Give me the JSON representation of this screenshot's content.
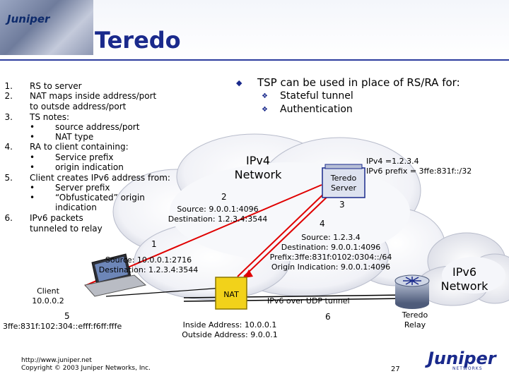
{
  "slide": {
    "title": "Teredo",
    "page_number": "27"
  },
  "logo": {
    "brand": "Juniper",
    "sub": "NETWORKS"
  },
  "steps": [
    {
      "num": "1.",
      "lines": [
        "RS to server"
      ]
    },
    {
      "num": "2.",
      "lines": [
        "NAT maps inside address/port",
        "to outsde address/port"
      ]
    },
    {
      "num": "3.",
      "lines": [
        "TS notes:"
      ],
      "bullets": [
        "source address/port",
        "NAT type"
      ]
    },
    {
      "num": "4.",
      "lines": [
        "RA to client containing:"
      ],
      "bullets": [
        "Service prefix",
        "origin indication"
      ]
    },
    {
      "num": "5.",
      "lines": [
        "Client creates IPv6 address from:"
      ],
      "bullets": [
        "Server prefix",
        "“Obfusticated” origin",
        "indication"
      ]
    },
    {
      "num": "6.",
      "lines": [
        "IPv6 packets",
        "tunneled to relay"
      ]
    }
  ],
  "tsp": {
    "heading": "TSP can be used in place of RS/RA for:",
    "items": [
      "Stateful tunnel",
      "Authentication"
    ]
  },
  "diagram": {
    "ipv4_network": [
      "IPv4",
      "Network"
    ],
    "ipv6_network": [
      "IPv6",
      "Network"
    ],
    "teredo_server": [
      "Teredo",
      "Server"
    ],
    "server_info": [
      "IPv4 =1.2.3.4",
      "IPv6 prefix = 3ffe:831f::/32"
    ],
    "teredo_relay": [
      "Teredo",
      "Relay"
    ],
    "nat": "NAT",
    "client": [
      "Client",
      "10.0.0.2"
    ],
    "client_addr_num": "5",
    "client_addr": "3ffe:831f:102:304::efff:f6ff:fffe",
    "msg1_num": "1",
    "msg1": [
      "Source: 10.0.0.1:2716",
      "Destination: 1.2.3.4:3544"
    ],
    "msg2_num": "2",
    "msg2": [
      "Source: 9.0.0.1:4096",
      "Destination: 1.2.3.4:3544"
    ],
    "msg3_num": "3",
    "msg4_num": "4",
    "msg4": [
      "Source: 1.2.3.4",
      "Destination: 9.0.0.1:4096",
      "Prefix:3ffe:831f:0102:0304::/64",
      "Origin Indication: 9.0.0.1:4096"
    ],
    "tunnel_label": "IPv6 over UDP tunnel",
    "tunnel_num": "6",
    "nat_addrs": [
      "Inside Address: 10.0.0.1",
      "Outside Address: 9.0.0.1"
    ]
  },
  "footer": {
    "url": "http://www.juniper.net",
    "copyright": "Copyright © 2003 Juniper Networks, Inc."
  }
}
